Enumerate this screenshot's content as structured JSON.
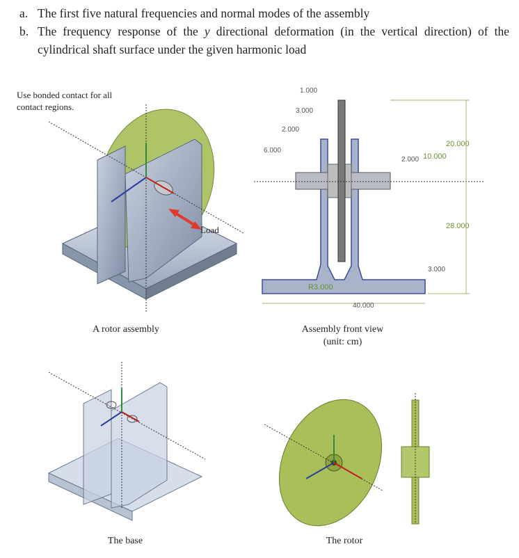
{
  "items": [
    {
      "marker": "a.",
      "text_before": "The first five natural frequencies and normal modes of the assembly",
      "italic": "",
      "text_after": ""
    },
    {
      "marker": "b.",
      "text_before": "The frequency response of the ",
      "italic": "y",
      "text_after": " directional deformation (in the vertical direction) of the cylindrical shaft surface under the given harmonic load"
    }
  ],
  "figures": {
    "note": "Use bonded contact for all contact regions.",
    "load_label": "Load",
    "captions": {
      "assembly": "A rotor assembly",
      "front_view_line1": "Assembly front view",
      "front_view_line2": "(unit: cm)",
      "base": "The base",
      "rotor": "The rotor"
    },
    "dimensions": {
      "d_1000": "1.000",
      "d_3000": "3.000",
      "d_2000_left": "2.000",
      "d_6000": "6.000",
      "d_2000_right": "2.000",
      "d_10000": "10.000",
      "d_20000": "20.000",
      "d_28000": "28.000",
      "d_3000_base": "3.000",
      "d_40000": "40.000",
      "d_r3": "R3.000"
    }
  },
  "colors": {
    "rotor_green": "#a9bf5a",
    "base_steel": "#a7b4c9",
    "load_arrow": "#e03a2f",
    "dimension_green": "#6f8f34"
  }
}
